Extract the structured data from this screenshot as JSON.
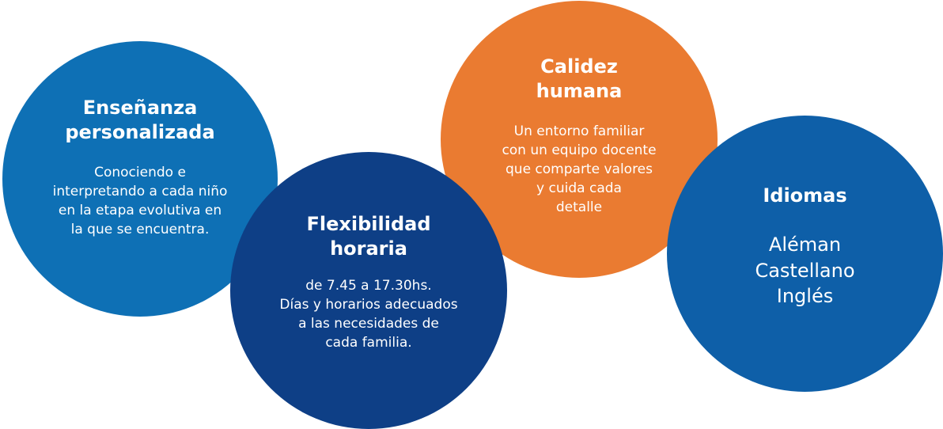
{
  "colors": {
    "circle_1": "#0e70b5",
    "circle_2": "#0e3f86",
    "circle_3": "#ea7b31",
    "circle_4": "#0e5fa8",
    "text": "#ffffff"
  },
  "circles": [
    {
      "title": "Enseñanza\npersonalizada",
      "description": "Conociendo e\ninterpretando a cada niño\nen la etapa evolutiva en\nla que se encuentra."
    },
    {
      "title": "Flexibilidad\nhoraria",
      "description": "de 7.45 a 17.30hs.\nDías y horarios adecuados\na las necesidades de\ncada familia."
    },
    {
      "title": "Calidez\nhumana",
      "description": "Un entorno familiar\ncon un equipo docente\nque comparte valores\ny cuida cada\ndetalle"
    },
    {
      "title": "Idiomas",
      "description": "Aléman\nCastellano\nInglés"
    }
  ]
}
